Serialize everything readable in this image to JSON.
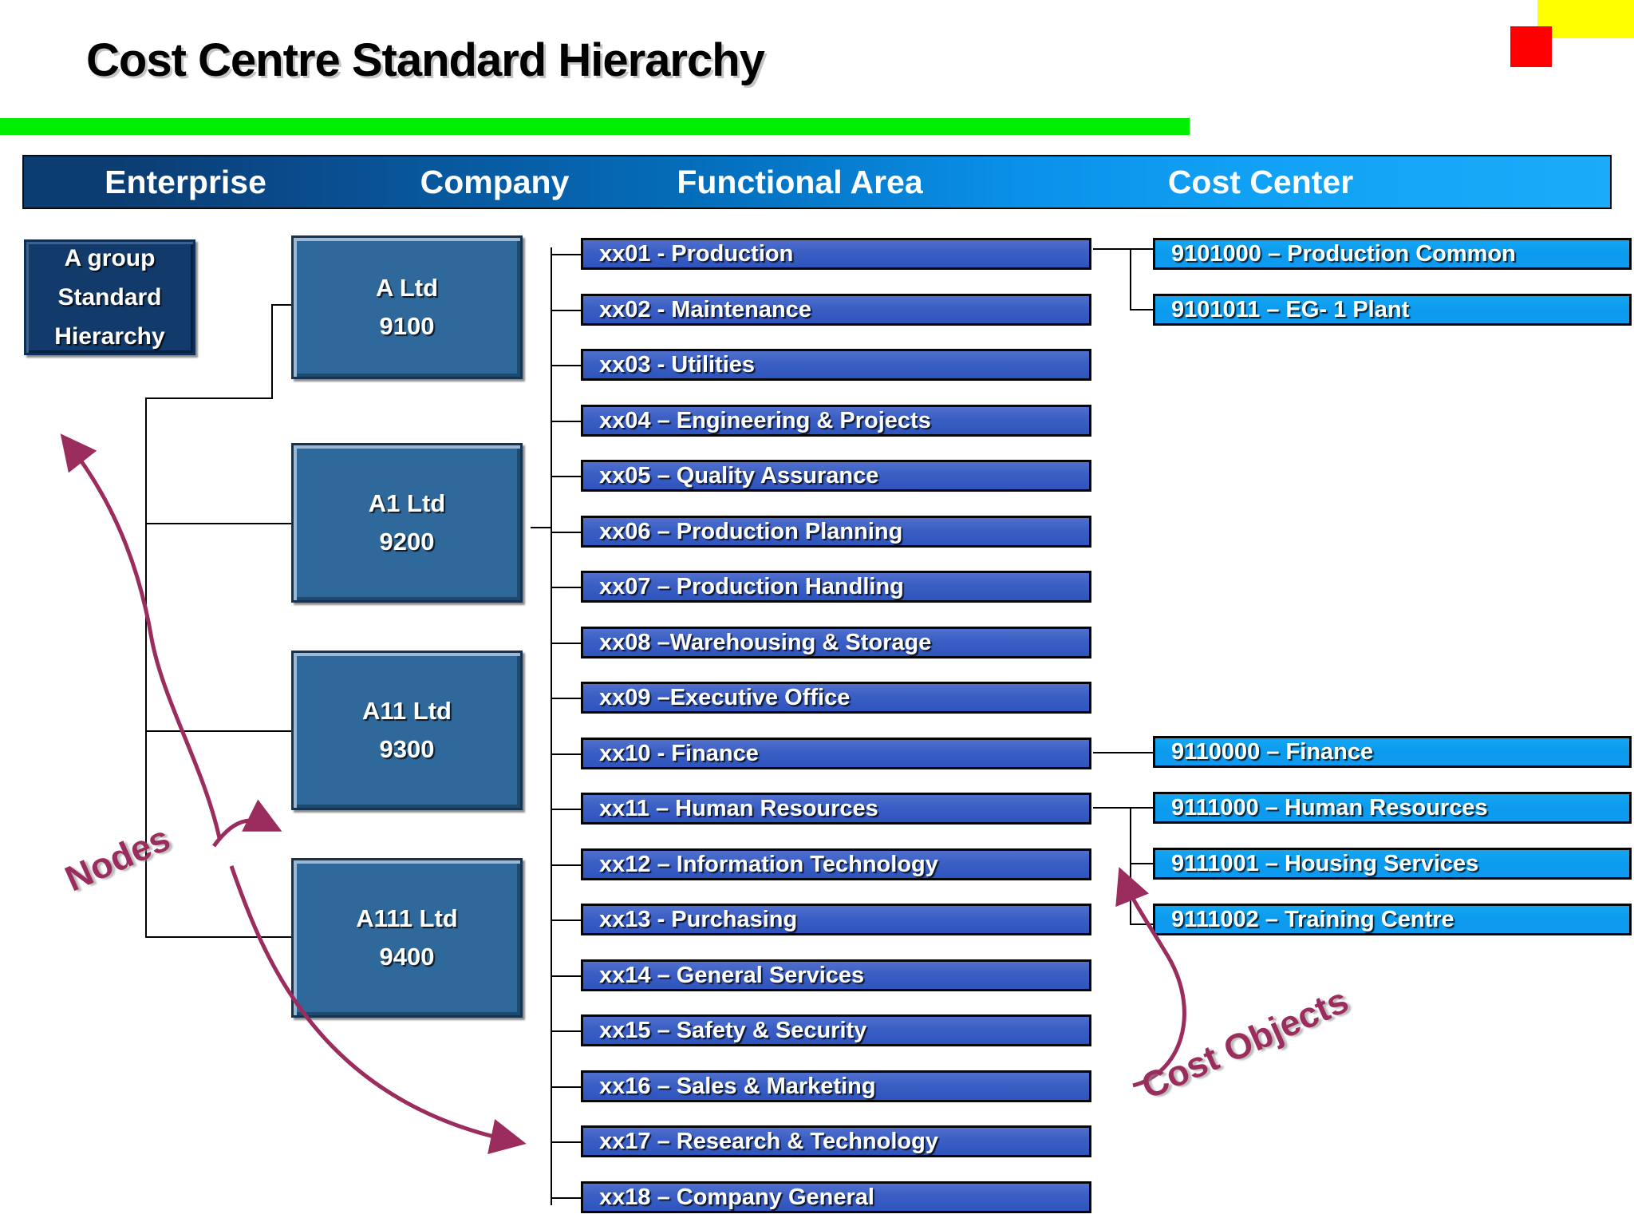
{
  "page": {
    "title": "Cost Centre Standard Hierarchy",
    "accent_green": "#00EE00",
    "accent_yellow": "#FFFF00",
    "accent_red": "#FF0000",
    "annotation_color": "#9B2D5E"
  },
  "columns": [
    {
      "label": "Enterprise"
    },
    {
      "label": "Company"
    },
    {
      "label": "Functional Area"
    },
    {
      "label": "Cost Center"
    }
  ],
  "enterprise": {
    "lines": [
      "A group",
      "Standard",
      "Hierarchy"
    ]
  },
  "companies": [
    {
      "name": "A Ltd",
      "code": "9100"
    },
    {
      "name": "A1 Ltd",
      "code": "9200"
    },
    {
      "name": "A11 Ltd",
      "code": "9300"
    },
    {
      "name": "A111 Ltd",
      "code": "9400"
    }
  ],
  "functional_areas": [
    {
      "label": "xx01 - Production"
    },
    {
      "label": "xx02 - Maintenance"
    },
    {
      "label": "xx03 - Utilities"
    },
    {
      "label": "xx04 – Engineering & Projects"
    },
    {
      "label": "xx05 – Quality Assurance"
    },
    {
      "label": "xx06 – Production Planning"
    },
    {
      "label": "xx07 – Production Handling"
    },
    {
      "label": "xx08 –Warehousing & Storage"
    },
    {
      "label": "xx09 –Executive Office"
    },
    {
      "label": "xx10 - Finance"
    },
    {
      "label": "xx11 – Human Resources"
    },
    {
      "label": "xx12 – Information Technology"
    },
    {
      "label": "xx13 - Purchasing"
    },
    {
      "label": "xx14 – General Services"
    },
    {
      "label": "xx15 – Safety & Security"
    },
    {
      "label": "xx16 – Sales & Marketing"
    },
    {
      "label": "xx17 – Research & Technology"
    },
    {
      "label": "xx18 – Company General"
    }
  ],
  "cost_centers_top": [
    {
      "label": "9101000 – Production Common"
    },
    {
      "label": "9101011 – EG- 1 Plant"
    }
  ],
  "cost_centers_bottom": [
    {
      "label": "9110000 – Finance"
    },
    {
      "label": "9111000 – Human Resources"
    },
    {
      "label": "9111001 – Housing Services"
    },
    {
      "label": "9111002 – Training Centre"
    }
  ],
  "annotations": {
    "nodes": "Nodes",
    "cost_objects": "Cost Objects"
  }
}
